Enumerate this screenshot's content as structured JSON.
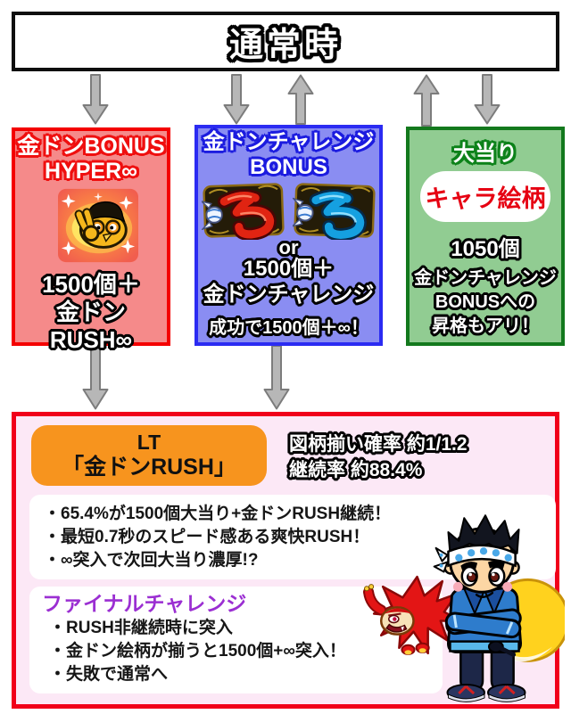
{
  "header": {
    "title": "通常時"
  },
  "boxes": {
    "hyper": {
      "title_line1": "金ドンBONUS",
      "title_line2": "HYPER∞",
      "payout_line1": "1500個＋",
      "payout_line2": "金ドンRUSH∞",
      "character": "gold-don-character"
    },
    "challenge": {
      "title_line1": "金ドンチャレンジ",
      "title_line2": "BONUS",
      "or_label": "or",
      "payout_line1": "1500個＋",
      "payout_line2": "金ドンチャレンジ",
      "note": "成功で1500個＋∞！",
      "emblems": [
        "red-don-emblem",
        "blue-don-emblem"
      ]
    },
    "jackpot": {
      "title": "大当り",
      "badge": "キャラ絵柄",
      "count": "1050個",
      "note_line1": "金ドンチャレンジ",
      "note_line2": "BONUSへの",
      "note_line3": "昇格もアリ！"
    }
  },
  "lt": {
    "badge_line1": "LT",
    "badge_line2": "「金ドンRUSH」",
    "stat_line1": "図柄揃い確率 約1/1.2",
    "stat_line2": "継続率 約88.4%",
    "features": [
      "・65.4%が1500個大当り+金ドンRUSH継続！",
      "・最短0.7秒のスピード感ある爽快RUSH！",
      "・∞突入で次回大当り濃厚!?"
    ],
    "final_challenge": {
      "title": "ファイナルチャレンジ",
      "items": [
        "・RUSH非継続時に突入",
        "・金ドン絵柄が揃うと1500個+∞突入！",
        "・失敗で通常へ"
      ]
    },
    "characters": [
      "red-phoenix-character",
      "blue-happi-boy-character"
    ]
  },
  "colors": {
    "red_box_border": "#f40000",
    "red_box_bg": "#f58a8a",
    "blue_box_border": "#2b2bf2",
    "blue_box_bg": "#8a8df2",
    "green_box_border": "#13791d",
    "green_box_bg": "#91cc92",
    "lt_box_border": "#f1001a",
    "lt_box_bg": "#fce8f6",
    "lt_badge_bg": "#f7941e",
    "pill_text": "#e60012",
    "final_title": "#9b2fd2",
    "arrow_fill": "#b7b7b7"
  }
}
